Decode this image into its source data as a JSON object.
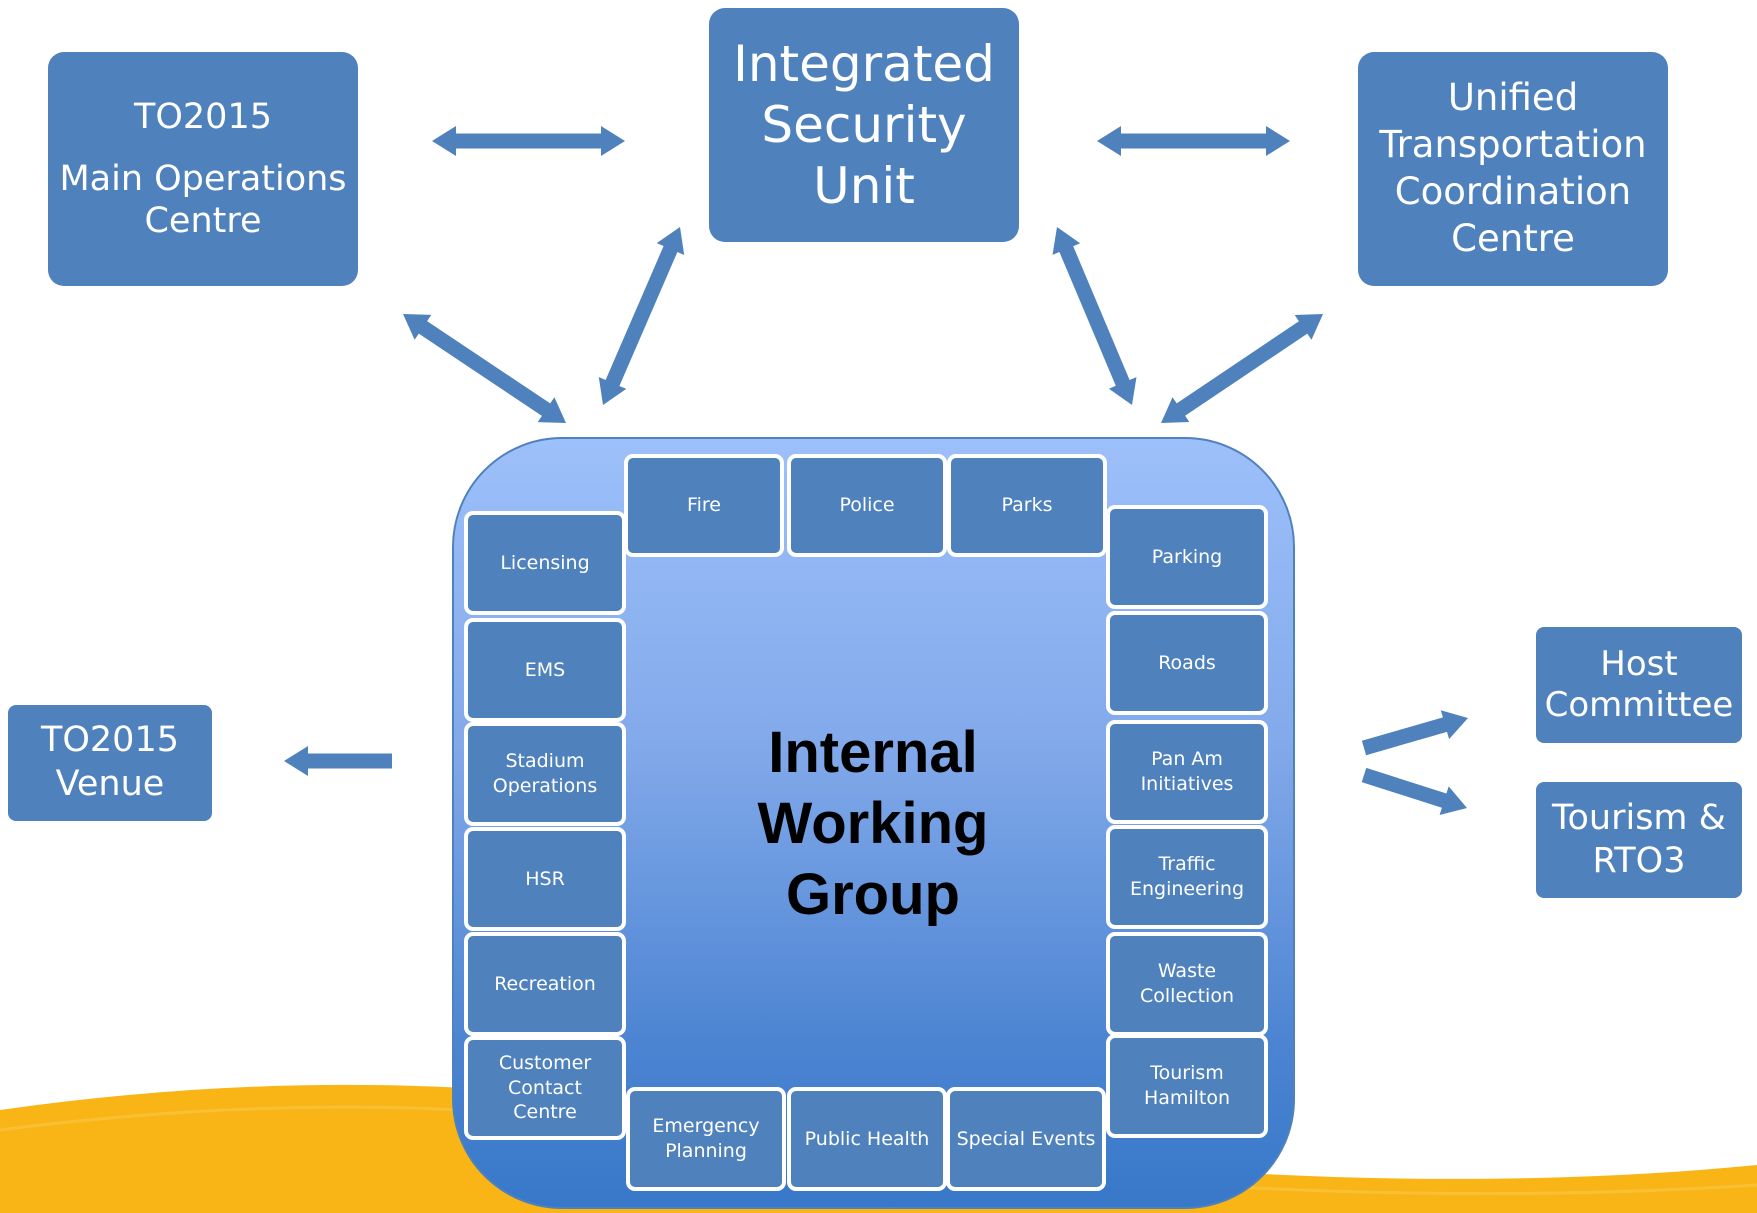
{
  "top_nodes": {
    "main_ops": {
      "line1": "TO2015",
      "line2": "Main Operations",
      "line3": "Centre"
    },
    "isu": {
      "line1": "Integrated",
      "line2": "Security",
      "line3": "Unit"
    },
    "utcc": {
      "line1": "Unified",
      "line2": "Transportation",
      "line3": "Coordination",
      "line4": "Centre"
    }
  },
  "side_nodes": {
    "venue": {
      "line1": "TO2015",
      "line2": "Venue"
    },
    "host": {
      "line1": "Host",
      "line2": "Committee"
    },
    "tourism": {
      "line1": "Tourism &",
      "line2": "RTO3"
    }
  },
  "iwg": {
    "title_line1": "Internal",
    "title_line2": "Working",
    "title_line3": "Group",
    "top_row": [
      "Fire",
      "Police",
      "Parks"
    ],
    "left_col": [
      [
        "Licensing"
      ],
      [
        "EMS"
      ],
      [
        "Stadium",
        "Operations"
      ],
      [
        "HSR"
      ],
      [
        "Recreation"
      ],
      [
        "Customer",
        "Contact",
        "Centre"
      ]
    ],
    "right_col": [
      [
        "Parking"
      ],
      [
        "Roads"
      ],
      [
        "Pan Am",
        "Initiatives"
      ],
      [
        "Traffic",
        "Engineering"
      ],
      [
        "Waste",
        "Collection"
      ],
      [
        "Tourism",
        "Hamilton"
      ]
    ],
    "bottom_row": [
      [
        "Emergency",
        "Planning"
      ],
      [
        "Public Health"
      ],
      [
        "Special Events"
      ]
    ]
  },
  "colors": {
    "node_fill": "#4f81bd",
    "arrow": "#4f81bd",
    "swoosh": "#f9b516",
    "iwg_gradient_top": "#9dc0fa",
    "iwg_gradient_bottom": "#3878c9"
  }
}
